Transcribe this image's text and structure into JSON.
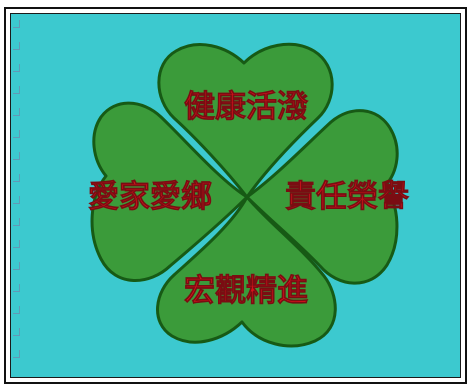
{
  "colors": {
    "background": "#3cc9cf",
    "leaf_fill": "#3b9b3a",
    "leaf_stroke": "#175a15",
    "text": "#d9121b"
  },
  "leaves": {
    "top": "健康活潑",
    "left": "愛家愛鄉",
    "right": "責任榮譽",
    "bottom": "宏觀精進"
  }
}
